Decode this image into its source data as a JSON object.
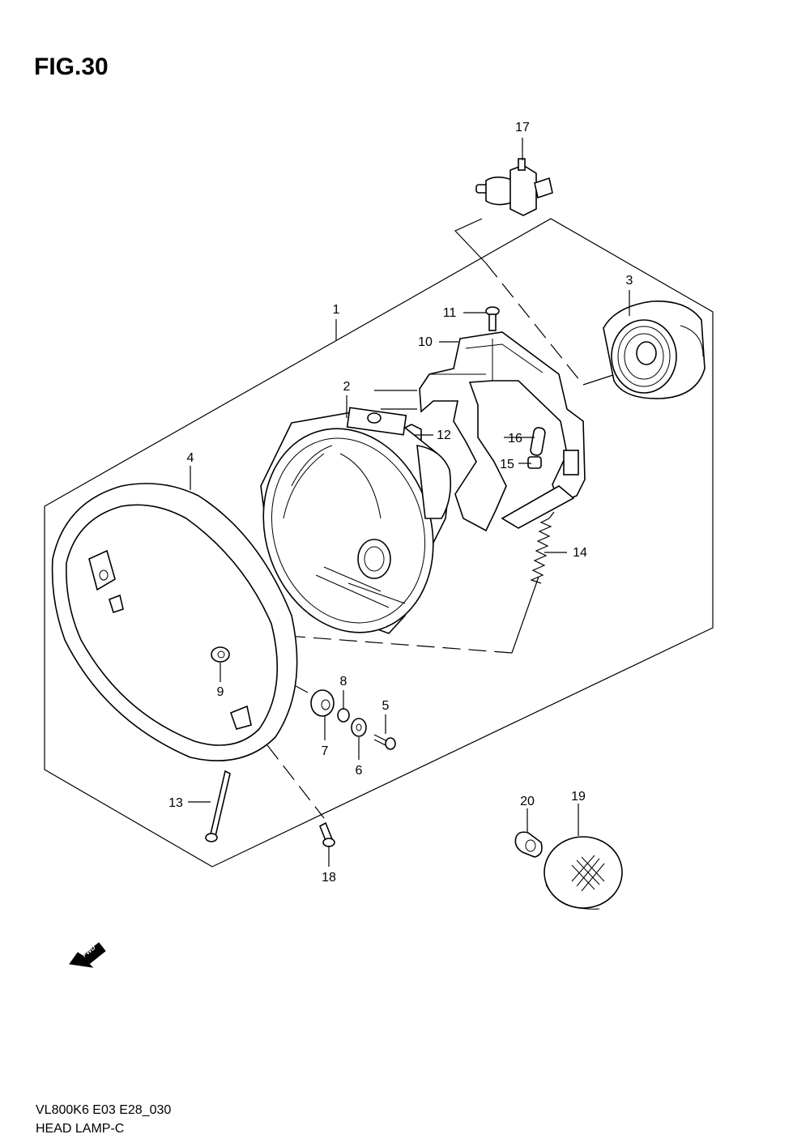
{
  "figure": {
    "title": "FIG.30",
    "model_code": "VL800K6 E03 E28_030",
    "caption": "HEAD LAMP-C",
    "fwd_label": "FWD"
  },
  "callouts": [
    "1",
    "2",
    "3",
    "4",
    "5",
    "6",
    "7",
    "8",
    "9",
    "10",
    "11",
    "12",
    "13",
    "14",
    "15",
    "16",
    "17",
    "18",
    "19",
    "20"
  ]
}
